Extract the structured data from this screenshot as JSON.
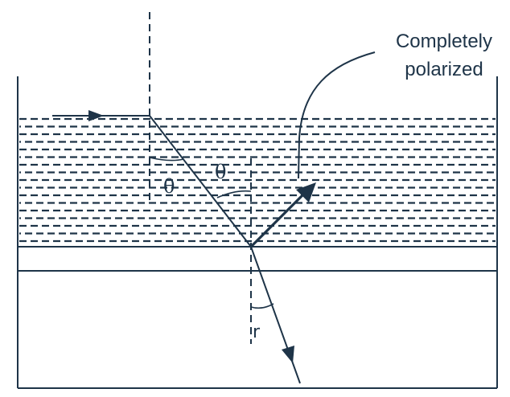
{
  "labels": {
    "callout_line1": "Completely",
    "callout_line2": "polarized",
    "angle_theta_1": "θ",
    "angle_theta_2": "θ",
    "angle_r": "r"
  },
  "colors": {
    "ink": "#1e3448",
    "background": "#ffffff"
  }
}
